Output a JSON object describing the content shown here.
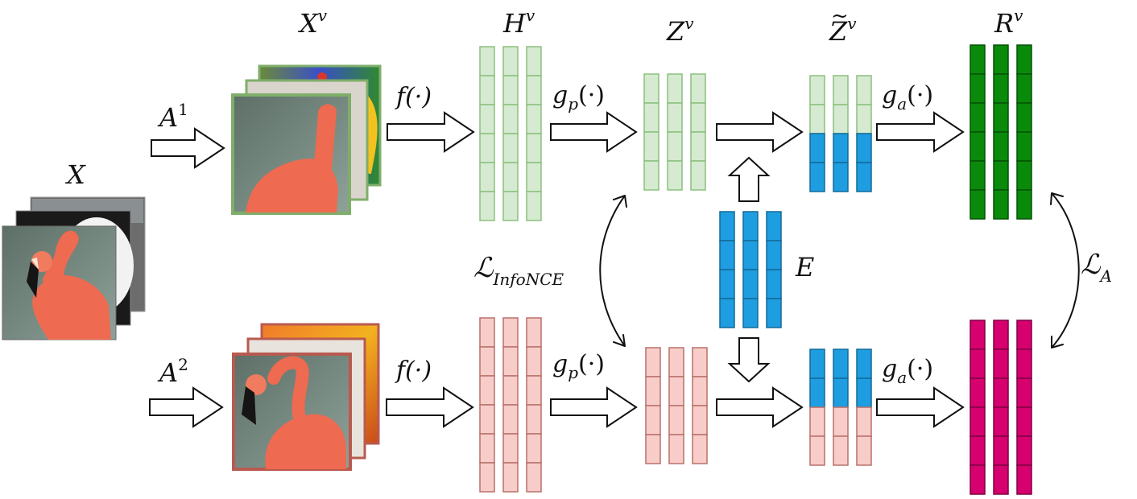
{
  "labels": {
    "x": "X",
    "xv_base": "X",
    "xv_sup": "v",
    "hv_base": "H",
    "hv_sup": "v",
    "zv_base": "Z",
    "zv_sup": "v",
    "ztil_base": "Z",
    "ztil_sup": "v",
    "ztil_accent": "~",
    "rv_base": "R",
    "rv_sup": "v",
    "a1_base": "A",
    "a1_sup": "1",
    "a2_base": "A",
    "a2_sup": "2",
    "f_top": "f(·)",
    "f_bottom": "f(·)",
    "gp_base_top": "g",
    "gp_sub_top": "p",
    "gp_arg_top": "(·)",
    "gp_base_bottom": "g",
    "gp_sub_bottom": "p",
    "gp_arg_bottom": "(·)",
    "ga_base_top": "g",
    "ga_sub_top": "a",
    "ga_arg_top": "(·)",
    "ga_base_bottom": "g",
    "ga_sub_bottom": "a",
    "ga_arg_bottom": "(·)",
    "e": "E",
    "infonce_base": "ℒ",
    "infonce_sub": "InfoNCE",
    "la_base": "ℒ",
    "la_sub": "A"
  },
  "colors": {
    "green_light": "#d5ead0",
    "green_light_stroke": "#8cc07e",
    "pink_light": "#f8cdc9",
    "pink_light_stroke": "#b8706a",
    "blue": "#1e9ee0",
    "blue_stroke": "#146a9a",
    "green_dark": "#0a8a0a",
    "green_dark_stroke": "#045204",
    "magenta": "#d6006e",
    "magenta_stroke": "#7e0042",
    "flamingo": "#ee6a50",
    "photo_frame_green": "#7fae6a",
    "photo_frame_red": "#b85a50"
  }
}
